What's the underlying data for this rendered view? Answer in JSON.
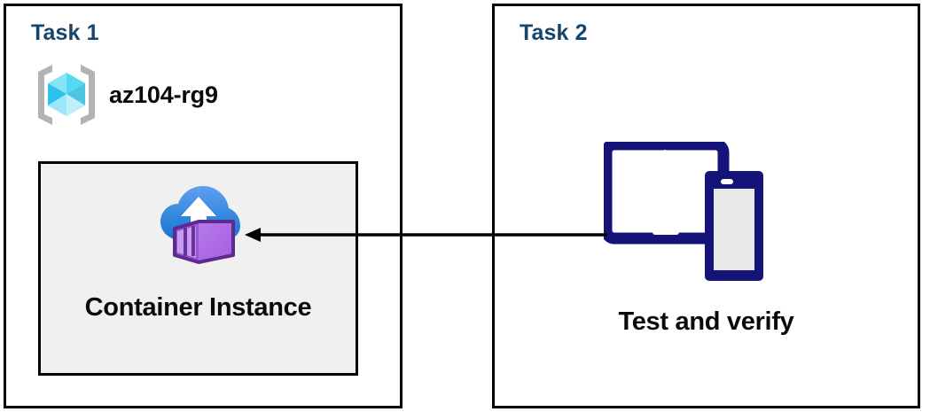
{
  "diagram": {
    "background": "#ffffff",
    "panel_border_color": "#000000",
    "title_color": "#17456b",
    "label_color": "#0a0a0a",
    "arrow_color": "#000000",
    "device_color": "#141478",
    "card_fill": "#f0f0f0"
  },
  "panels": [
    {
      "title": "Task 1",
      "resource_group": {
        "label": "az104-rg9",
        "icon": "azure-resource-group-icon"
      },
      "resource": {
        "label": "Container Instance",
        "icon": "azure-container-instance-icon"
      }
    },
    {
      "title": "Task 2",
      "action": {
        "label": "Test and verify",
        "icon": "tablet-and-phone-devices-icon"
      }
    }
  ],
  "connector": {
    "name": "flow-arrow",
    "direction": "right-to-left",
    "from": "Test and verify",
    "to": "Container Instance"
  }
}
